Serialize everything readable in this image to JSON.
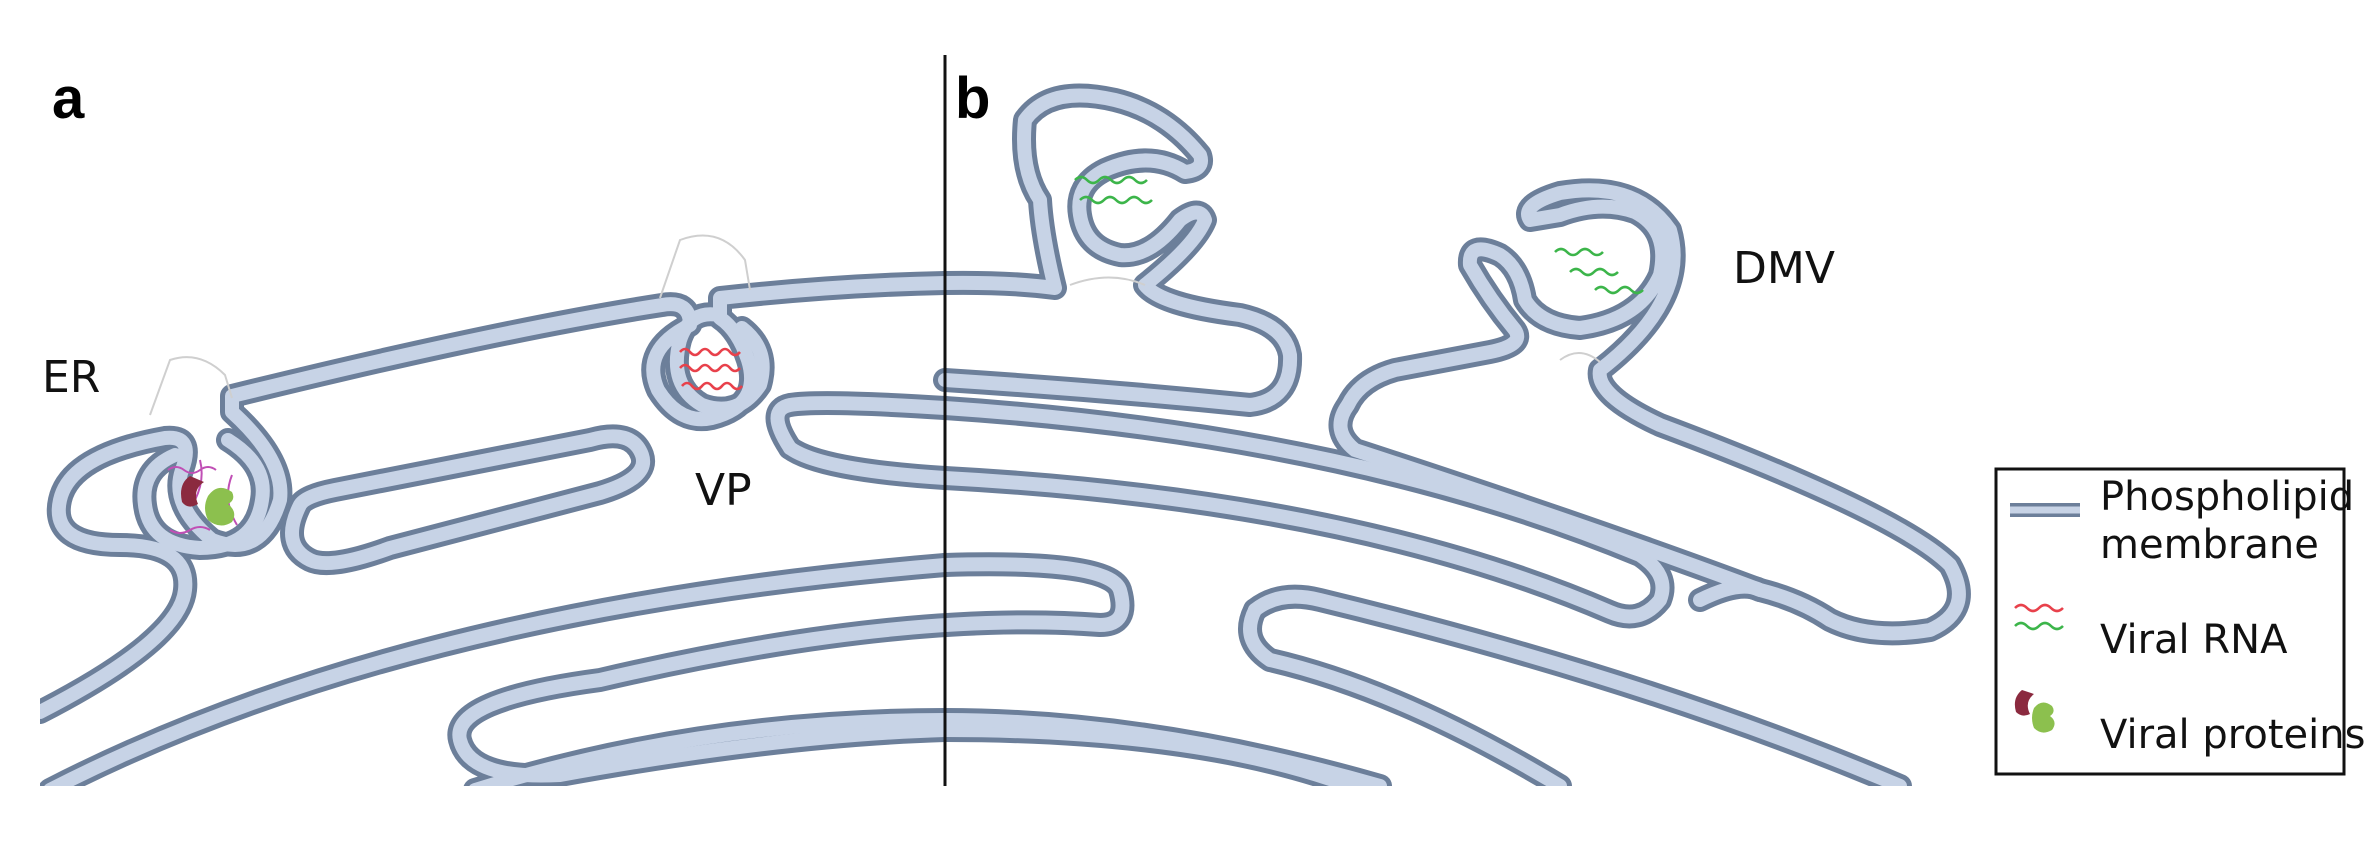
{
  "panels": {
    "a": "a",
    "b": "b"
  },
  "labels": {
    "er": "ER",
    "vp": "VP",
    "dmv": "DMV"
  },
  "legend": {
    "membrane_line1": "Phospholipid",
    "membrane_line2": "membrane",
    "rna": "Viral RNA",
    "proteins": "Viral proteins"
  },
  "colors": {
    "membrane_outline": "#6c7f9a",
    "membrane_fill": "#c7d3e6",
    "rna_red": "#e8414b",
    "rna_green": "#3cb54a",
    "protein_dark": "#8b2a3f",
    "protein_light": "#8cc04e"
  }
}
